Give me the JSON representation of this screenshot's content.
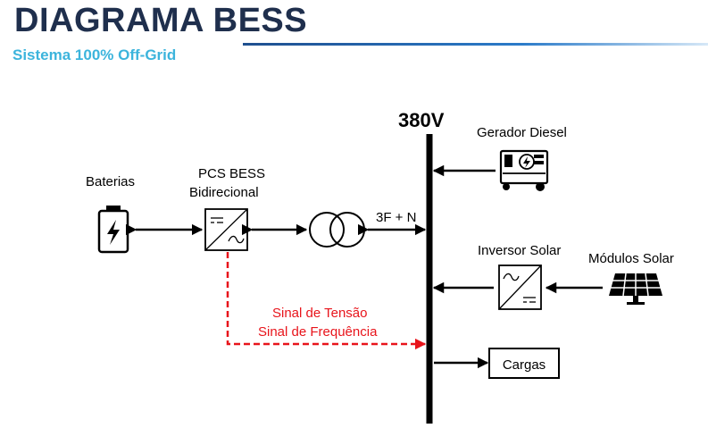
{
  "header": {
    "title": "DIAGRAMA BESS",
    "subtitle": "Sistema 100% Off-Grid"
  },
  "diagram": {
    "bus_label": "380V",
    "batteries_label": "Baterias",
    "pcs_label_line1": "PCS BESS",
    "pcs_label_line2": "Bidirecional",
    "transformer_connection_label": "3F + N",
    "generator_label": "Gerador Diesel",
    "inverter_label": "Inversor Solar",
    "modules_label": "Módulos Solar",
    "signal_line1": "Sinal de Tensão",
    "signal_line2": "Sinal de Frequência",
    "loads_label": "Cargas"
  },
  "colors": {
    "title": "#1f2f4d",
    "subtitle": "#3cb4dc",
    "signal": "#e8141b",
    "line": "#000000"
  }
}
